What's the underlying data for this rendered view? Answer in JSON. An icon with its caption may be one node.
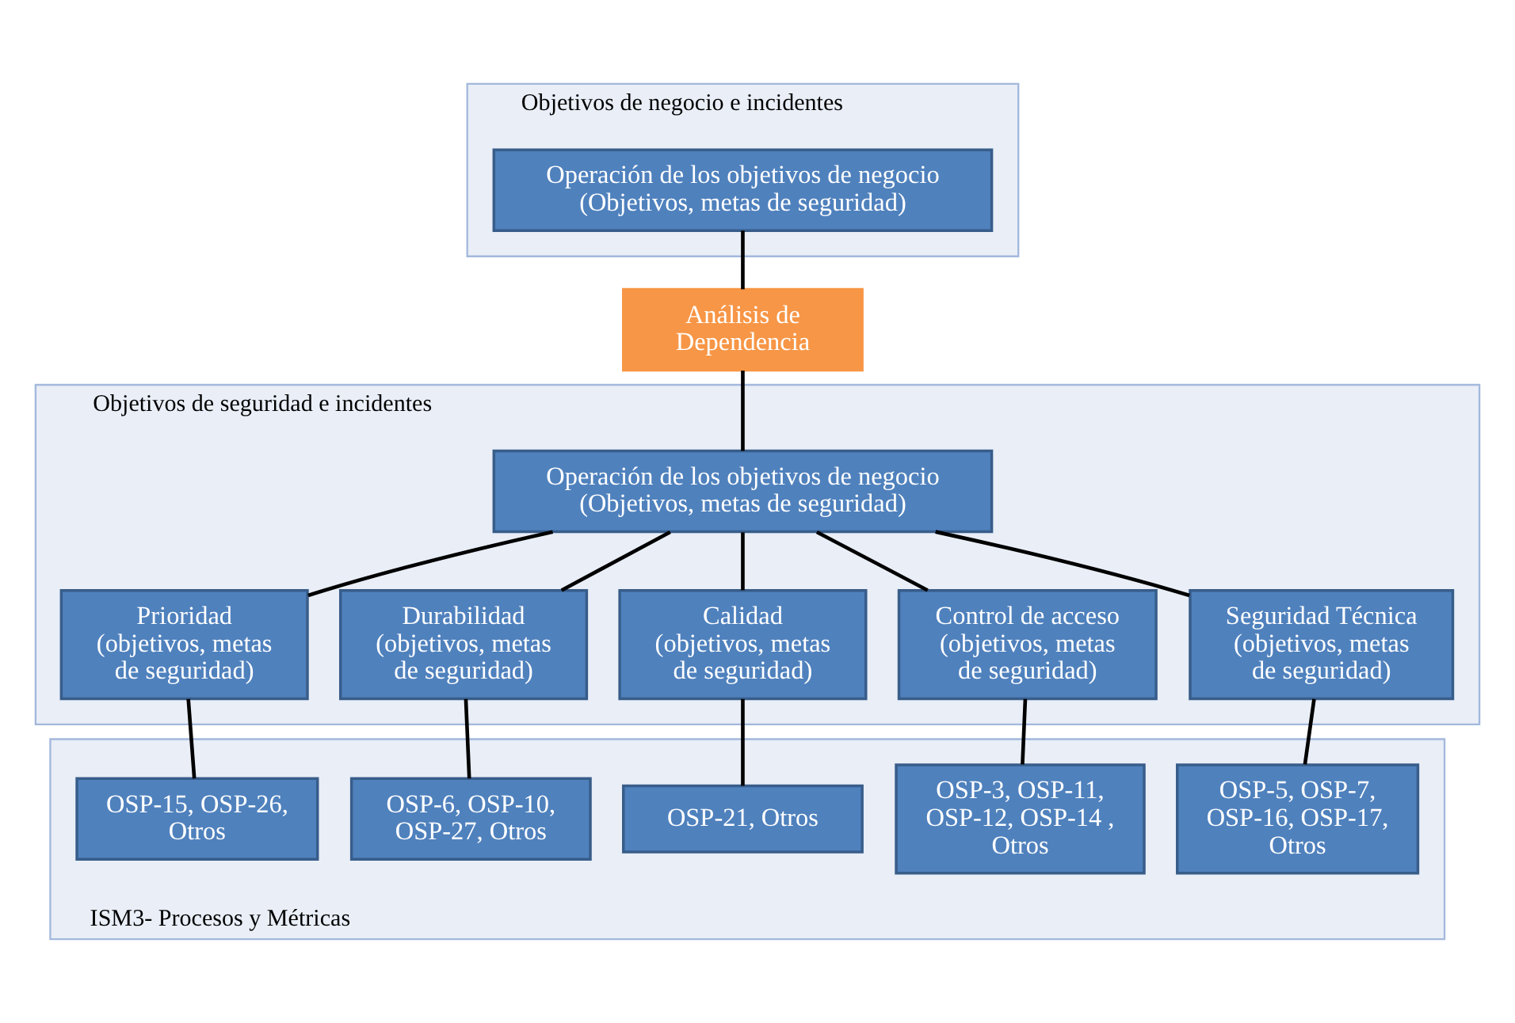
{
  "diagram": {
    "nodes": [
      {
        "text": [
          "Objetivos de negocio e incidentes"
        ]
      },
      {
        "text": [
          "Operación de los objetivos de negocio (Objetivos, metas de seguridad)"
        ],
        "in": 0
      },
      {
        "text": [
          "Análisis de Dependencia"
        ]
      },
      {
        "text": [
          "Objetivos de seguridad e incidentes"
        ]
      },
      {
        "text": [
          "Operación de los objetivos de negocio (Objetivos, metas de seguridad)"
        ],
        "in": 3
      },
      {
        "text": [
          "Prioridad (objetivos, metas de seguridad)"
        ],
        "in": 3
      },
      {
        "text": [
          "Durabilidad (objetivos, metas de seguridad)"
        ],
        "in": 3
      },
      {
        "text": [
          "Calidad (objetivos, metas de seguridad)"
        ],
        "in": 3
      },
      {
        "text": [
          "Control de acceso (objetivos, metas de seguridad)"
        ],
        "in": 3
      },
      {
        "text": [
          "Seguridad Técnica (objetivos, metas de seguridad)"
        ],
        "in": 3
      },
      {
        "text": [
          "ISM3- Procesos y Métricas"
        ]
      },
      {
        "text": [
          "OSP-15, OSP-26, Otros"
        ],
        "in": 10
      },
      {
        "text": [
          "OSP-6, OSP-10, OSP-27, Otros"
        ],
        "in": 10
      },
      {
        "text": [
          "OSP-21, Otros"
        ],
        "in": 10
      },
      {
        "text": [
          "OSP-3, OSP-11, OSP-12, OSP-14 , Otros"
        ],
        "in": 10
      },
      {
        "text": [
          "OSP-5, OSP-7, OSP-16, OSP-17, Otros"
        ],
        "in": 10
      }
    ],
    "edges": [
      {
        "from": 1,
        "to": 2,
        "arrow": "none"
      },
      {
        "from": 2,
        "to": 4,
        "arrow": "none"
      },
      {
        "from": 4,
        "to": 5,
        "arrow": "none"
      },
      {
        "from": 4,
        "to": 6,
        "arrow": "none"
      },
      {
        "from": 4,
        "to": 7,
        "arrow": "none"
      },
      {
        "from": 4,
        "to": 8,
        "arrow": "none"
      },
      {
        "from": 4,
        "to": 9,
        "arrow": "none"
      },
      {
        "from": 5,
        "to": 11,
        "arrow": "none"
      },
      {
        "from": 6,
        "to": 12,
        "arrow": "none"
      },
      {
        "from": 7,
        "to": 13,
        "arrow": "none"
      },
      {
        "from": 8,
        "to": 14,
        "arrow": "none"
      },
      {
        "from": 9,
        "to": 15,
        "arrow": "none"
      }
    ]
  }
}
